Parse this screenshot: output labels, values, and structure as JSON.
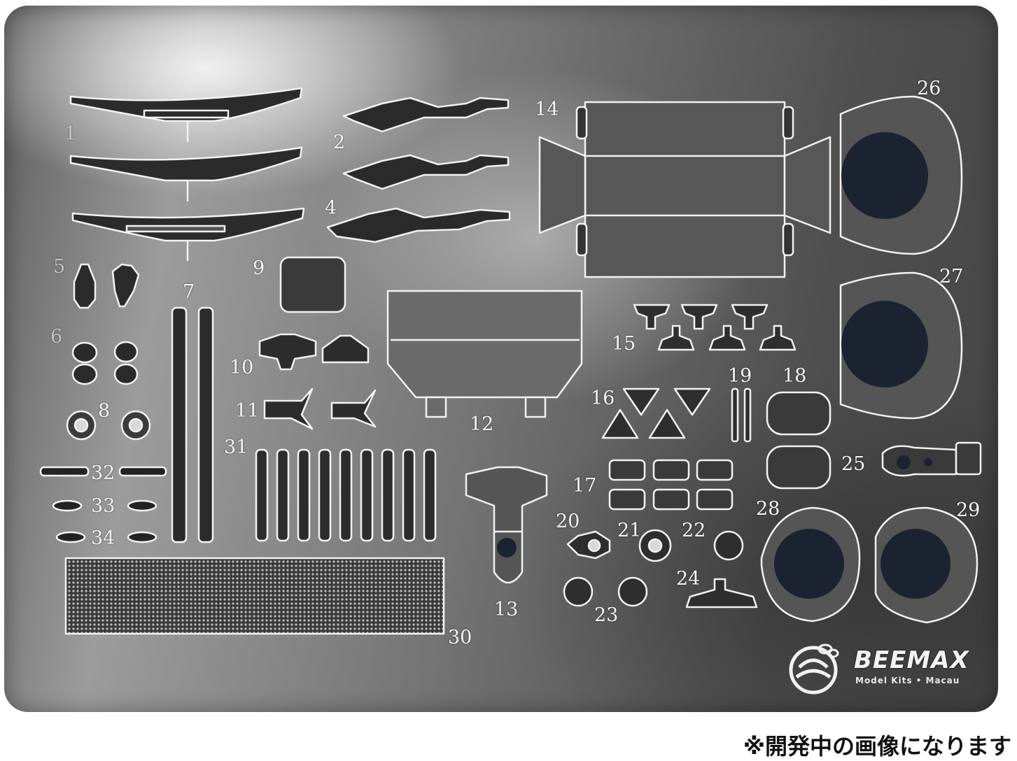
{
  "sheet": {
    "part_numbers": [
      "1",
      "2",
      "4",
      "5",
      "6",
      "7",
      "8",
      "9",
      "10",
      "11",
      "12",
      "13",
      "14",
      "15",
      "16",
      "17",
      "18",
      "19",
      "20",
      "21",
      "22",
      "23",
      "24",
      "25",
      "26",
      "27",
      "28",
      "29",
      "30",
      "31",
      "32",
      "33",
      "34"
    ],
    "colors": {
      "metal": "#7a7a7a",
      "etch_line": "#f2f2f2",
      "hole": "#1c2330"
    }
  },
  "logo": {
    "brand": "BEEMAX",
    "tagline": "Model Kits • Macau",
    "icon": "bee-logo-icon"
  },
  "caption": "※開発中の画像になります"
}
